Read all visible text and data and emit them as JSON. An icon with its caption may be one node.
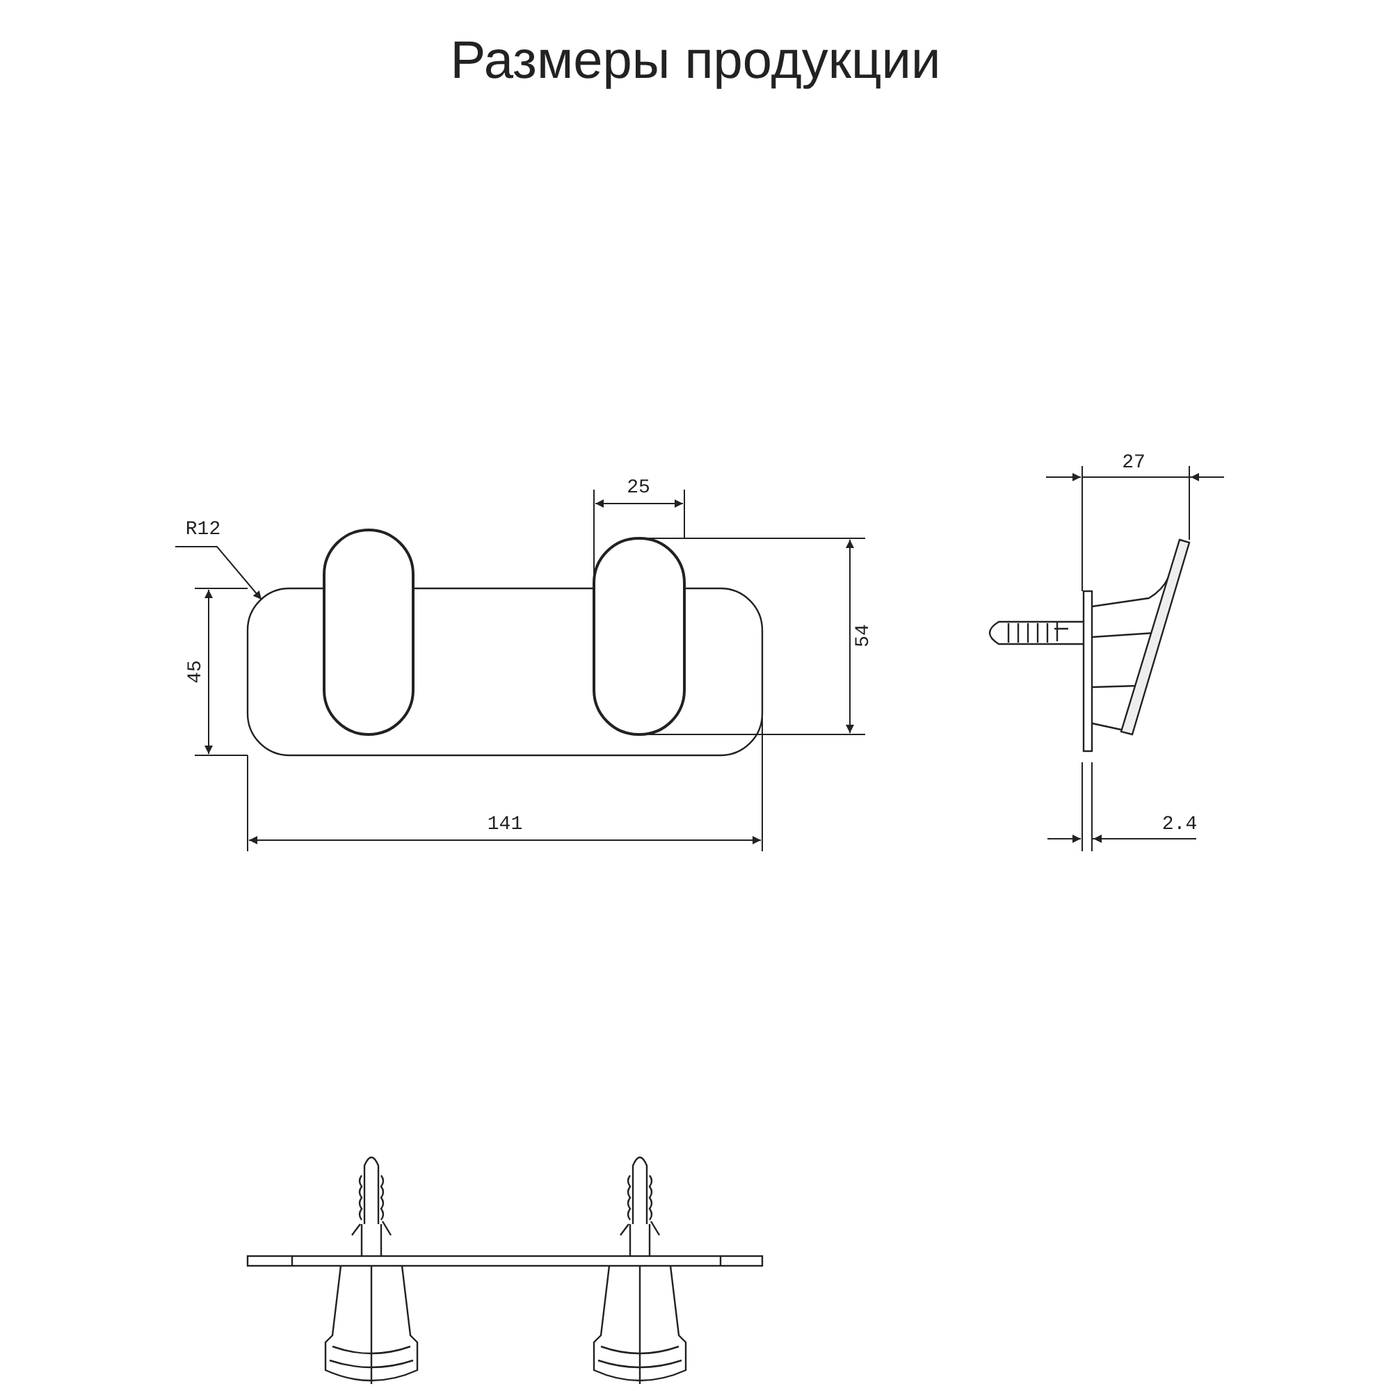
{
  "diagram": {
    "title": "Размеры продукции",
    "nodes": [
      {
        "text": [
          "R12"
        ]
      },
      {
        "text": [],
        "shape": "box"
      }
    ],
    "edges": [
      {
        "from": 0,
        "to": 1,
        "arrow": "to"
      }
    ],
    "labels": [
      "25",
      "45",
      "54",
      "141",
      "27",
      "2.4"
    ]
  }
}
